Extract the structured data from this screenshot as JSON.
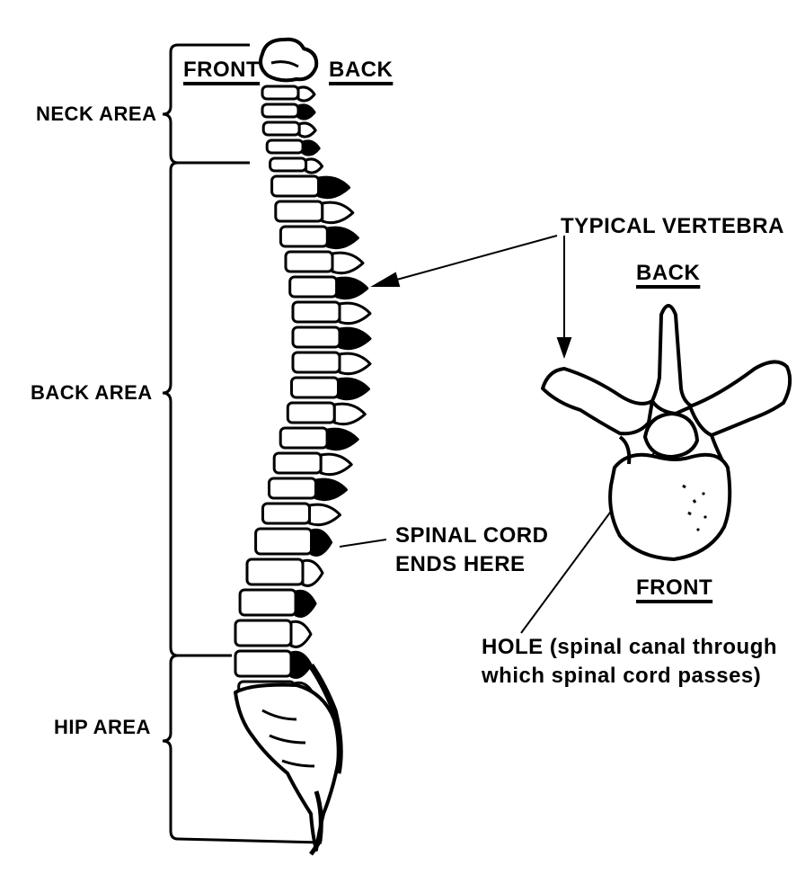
{
  "spine_view": {
    "front_label": "FRONT",
    "back_label": "BACK"
  },
  "regions": {
    "neck": "NECK AREA",
    "back": "BACK AREA",
    "hip": "HIP AREA"
  },
  "callouts": {
    "typical_vertebra": "TYPICAL VERTEBRA",
    "spinal_cord_line1": "SPINAL CORD",
    "spinal_cord_line2": "ENDS HERE"
  },
  "vertebra_view": {
    "back_label": "BACK",
    "front_label": "FRONT",
    "hole_line1": "HOLE (spinal canal through",
    "hole_line2": "which spinal cord passes)"
  },
  "colors": {
    "ink": "#000000",
    "paper": "#ffffff"
  }
}
